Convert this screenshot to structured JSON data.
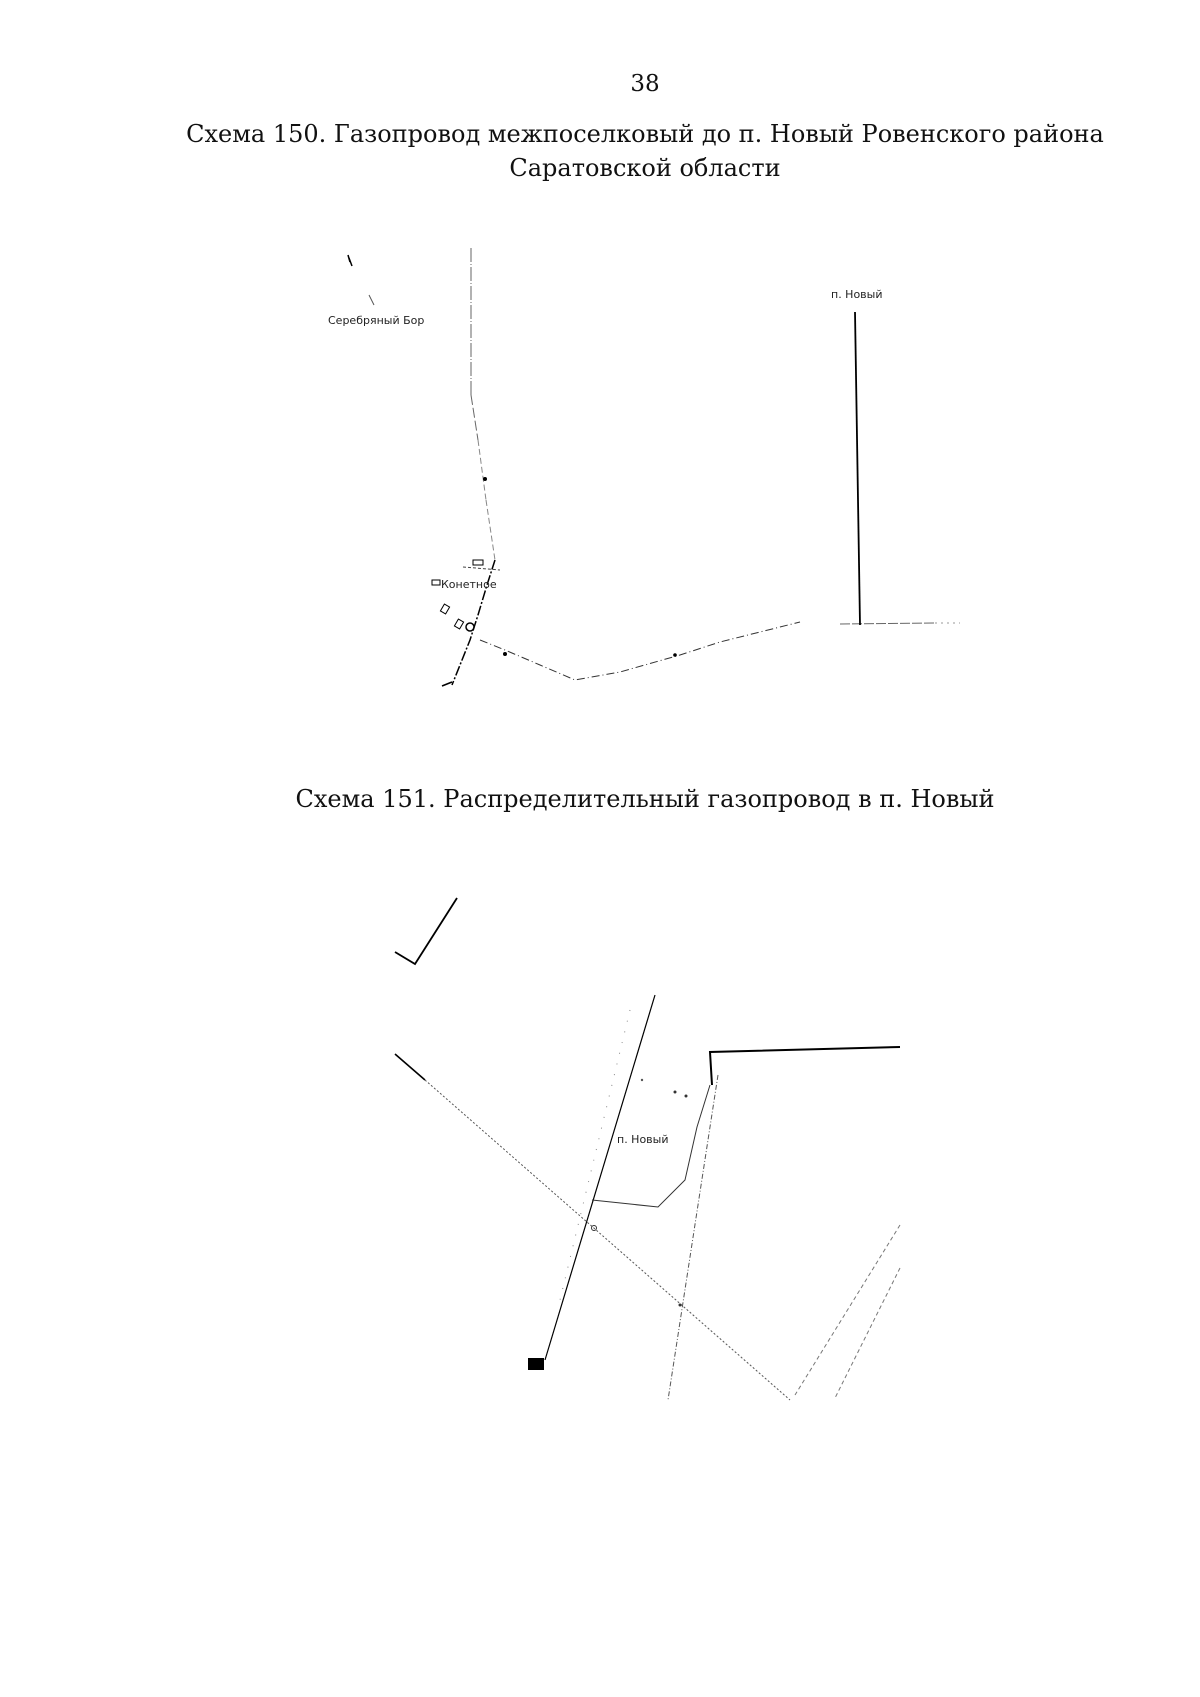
{
  "page": {
    "number": "38"
  },
  "scheme_150": {
    "caption_line1": "Схема 150. Газопровод межпоселковый до п. Новый Ровенского района",
    "caption_line2": "Саратовской области",
    "labels": {
      "serebryany_bor": "Серебряный Бор",
      "konetnoe": "Конетное",
      "novy": "п. Новый"
    }
  },
  "scheme_151": {
    "caption": "Схема 151. Распределительный газопровод в п. Новый",
    "labels": {
      "novy": "п. Новый"
    }
  },
  "colors": {
    "pipeline": "#000000",
    "road": "#888888",
    "text": "#111111"
  }
}
